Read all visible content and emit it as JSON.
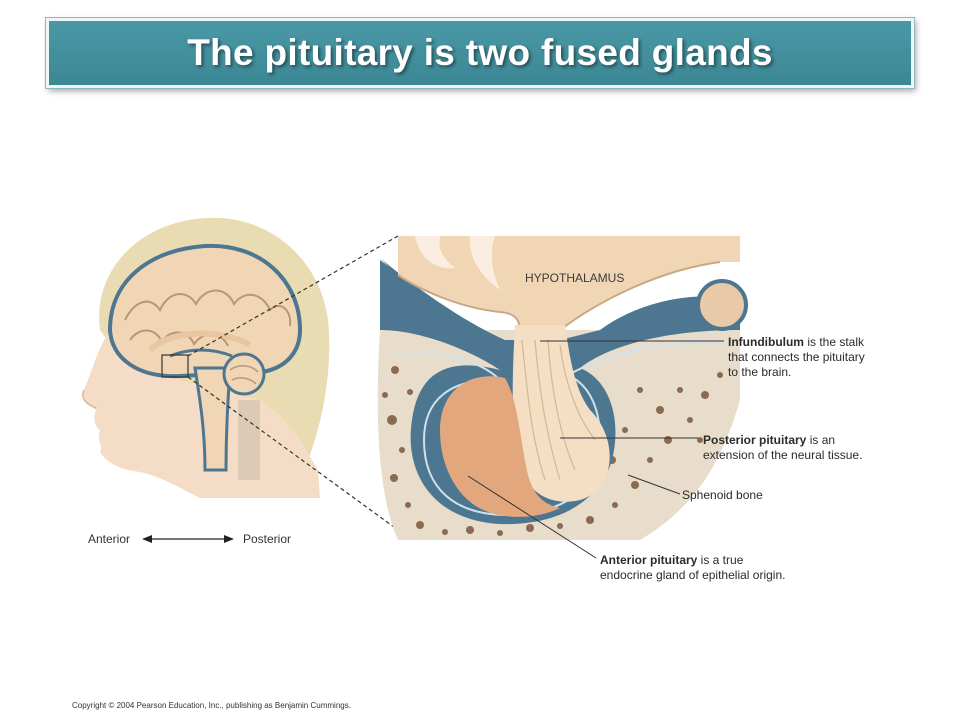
{
  "slide": {
    "title": "The pituitary is two fused glands"
  },
  "diagram": {
    "region_label": "HYPOTHALAMUS",
    "callouts": [
      {
        "id": "infundibulum",
        "term": "Infundibulum",
        "rest_line1": " is the stalk",
        "line2": "that connects the pituitary",
        "line3": "to the brain."
      },
      {
        "id": "posterior",
        "term": "Posterior pituitary",
        "rest_line1": " is an",
        "line2": "extension of the neural tissue."
      },
      {
        "id": "sphenoid",
        "text": "Sphenoid bone"
      },
      {
        "id": "anterior",
        "term": "Anterior pituitary",
        "rest_line1": " is a true",
        "line2": "endocrine gland of epithelial origin."
      }
    ],
    "orientation": {
      "left": "Anterior",
      "right": "Posterior"
    }
  },
  "footer": {
    "copyright": "Copyright © 2004 Pearson Education, Inc., publishing as Benjamin Cummings."
  },
  "colors": {
    "title_bg": "#3f8b98",
    "tissue": "#f1d6b6",
    "bone": "#e8dccb",
    "membrane": "#4d7690",
    "anterior_gland": "#e2a77d"
  }
}
